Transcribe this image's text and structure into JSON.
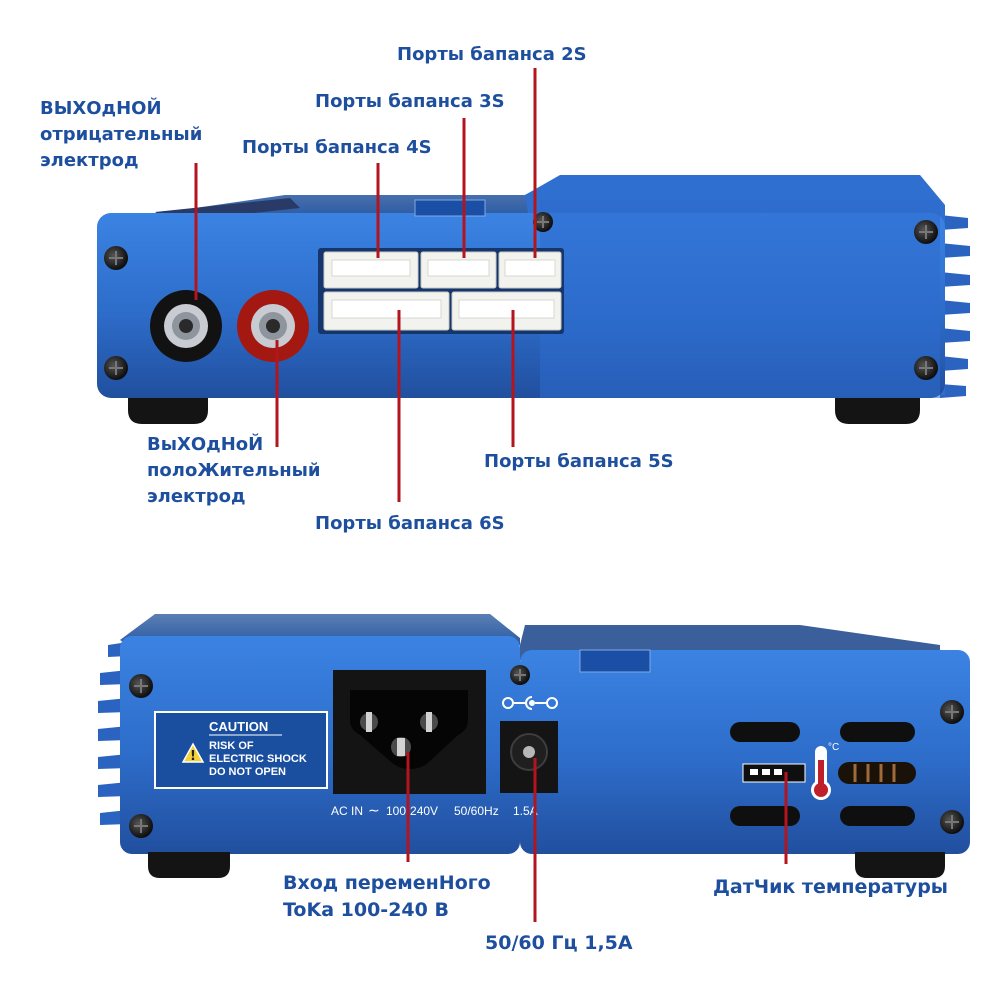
{
  "top_view": {
    "labels": {
      "output_negative": [
        "ВЫХОдНОЙ",
        "отрицательный",
        "электрод"
      ],
      "output_positive": [
        "ВыХОдНоЙ",
        "полоЖительный",
        "электрод"
      ],
      "balance_2s": "Порты бапанса 2S",
      "balance_3s": "Порты бапанса 3S",
      "balance_4s": "Порты бапанса 4S",
      "balance_5s": "Порты бапанса 5S",
      "balance_6s": "Порты бапанса 6S"
    }
  },
  "bottom_view": {
    "caution_label": {
      "title": "CAUTION",
      "line1": "RISK OF",
      "line2": "ELECTRIC SHOCK",
      "line3": "DO NOT OPEN"
    },
    "power_spec": {
      "ac_in": "AC IN",
      "ac_symbol": "∼",
      "voltage": "100-240V",
      "frequency": "50/60Hz",
      "current": "1.5A"
    },
    "temp_unit": "°C",
    "labels": {
      "ac_input": [
        "Вход переменНого",
        "ToKa 100-240 В"
      ],
      "frequency_current": "50/60 Гц 1,5А",
      "temp_sensor": "ДатЧик температуры"
    }
  },
  "colors": {
    "case_blue": "#2f6fcf",
    "case_dark": "#1d4f9c",
    "label_text": "#1e4f9e",
    "pointer_line": "#b3141d"
  }
}
